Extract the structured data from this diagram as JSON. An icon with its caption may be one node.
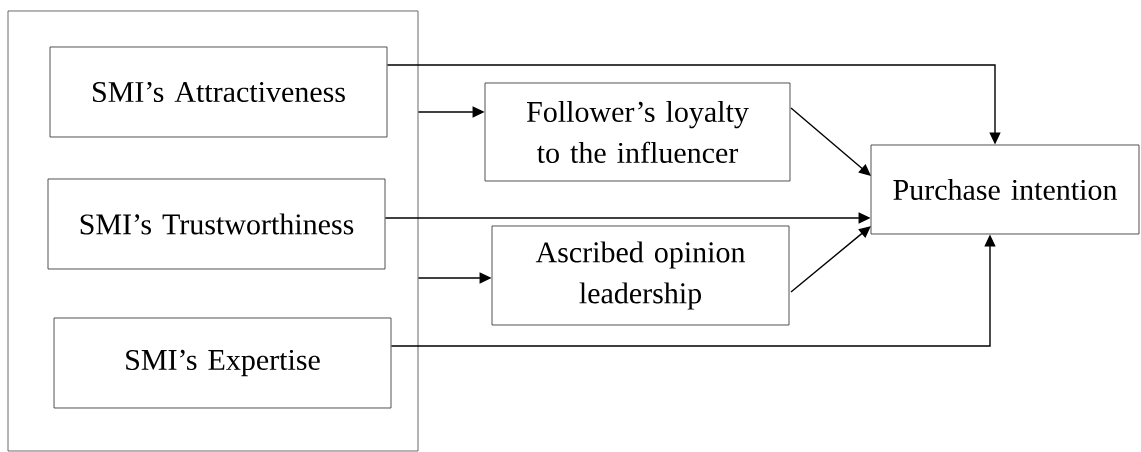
{
  "diagram": {
    "nodes": [
      {
        "text": [],
        "shape": "box"
      },
      {
        "text": [
          "SMI’s Attractiveness"
        ],
        "in": 0
      },
      {
        "text": [
          "SMI’s Trustworthiness"
        ],
        "in": 0
      },
      {
        "text": [
          "SMI’s Expertise"
        ],
        "in": 0
      },
      {
        "text": [
          "Follower’s loyalty to the influencer"
        ]
      },
      {
        "text": [
          "Ascribed opinion leadership"
        ]
      },
      {
        "text": [
          "Purchase intention"
        ]
      }
    ],
    "edges": [
      {
        "from": 1,
        "to": 6,
        "arrow": "to"
      },
      {
        "from": 0,
        "to": 4,
        "arrow": "to"
      },
      {
        "from": 2,
        "to": 6,
        "arrow": "to"
      },
      {
        "from": 0,
        "to": 5,
        "arrow": "to"
      },
      {
        "from": 3,
        "to": 6,
        "arrow": "to"
      },
      {
        "from": 4,
        "to": 6,
        "arrow": "to"
      },
      {
        "from": 5,
        "to": 6,
        "arrow": "to"
      }
    ]
  }
}
